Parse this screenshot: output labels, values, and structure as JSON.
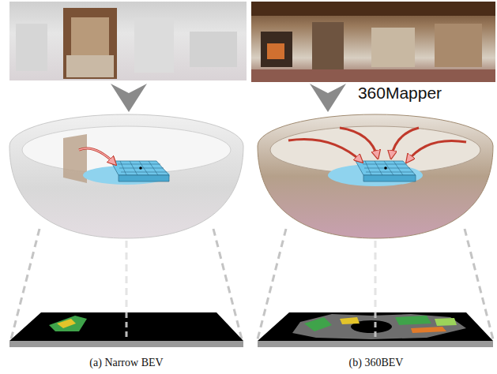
{
  "diagram": {
    "labels": [
      "360Mapper",
      "(a) Narrow BEV",
      "(b) 360BEV"
    ]
  }
}
